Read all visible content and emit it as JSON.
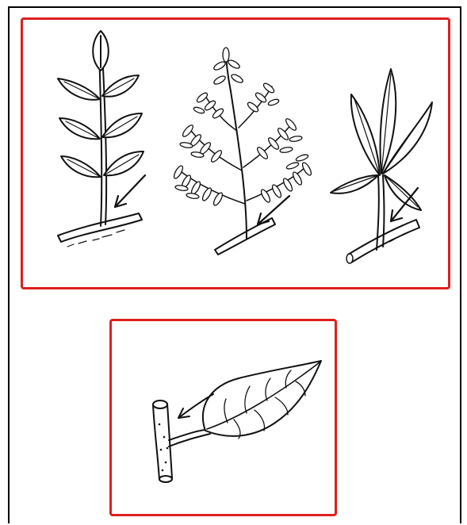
{
  "figure": {
    "frame_color": "#000000",
    "panel_border_color": "#dd1f1f",
    "ink_color": "#111111",
    "top_panel": {
      "illustrations": [
        {
          "name": "pinnate-compound-leaf",
          "icon": "compound-leaf-icon"
        },
        {
          "name": "bipinnate-compound-leaf",
          "icon": "bipinnate-leaf-icon"
        },
        {
          "name": "palmate-compound-leaf",
          "icon": "palmate-leaf-icon"
        }
      ]
    },
    "bottom_panel": {
      "illustrations": [
        {
          "name": "simple-leaf",
          "icon": "simple-leaf-icon"
        }
      ]
    }
  }
}
